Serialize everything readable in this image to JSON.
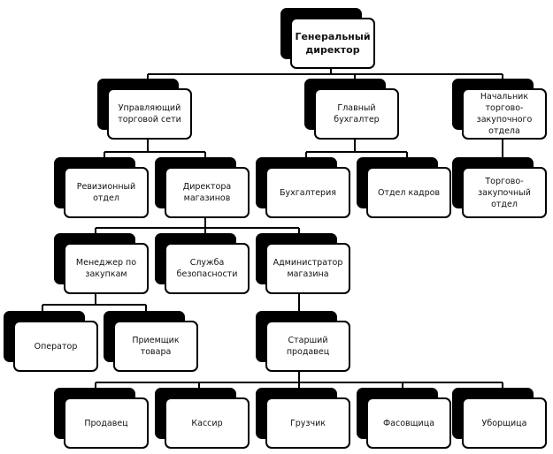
{
  "chart": {
    "nodes": {
      "general_director": "Генеральный директор",
      "chain_manager": "Управляющий торговой сети",
      "chief_accountant": "Главный бухгалтер",
      "head_purchasing": "Начальник торгово-закупочного отдела",
      "audit_dept": "Ревизионный отдел",
      "store_directors": "Директора магазинов",
      "accounting": "Бухгалтерия",
      "hr_dept": "Отдел кадров",
      "purchasing_dept": "Торгово-закупочный отдел",
      "purchasing_manager": "Менеджер по закупкам",
      "security": "Служба безопасности",
      "store_admin": "Администратор магазина",
      "operator": "Оператор",
      "goods_receiver": "Приемщик товара",
      "senior_seller": "Старший продавец",
      "seller": "Продавец",
      "cashier": "Кассир",
      "loader": "Грузчик",
      "packer": "Фасовщица",
      "cleaner": "Уборщица"
    }
  }
}
